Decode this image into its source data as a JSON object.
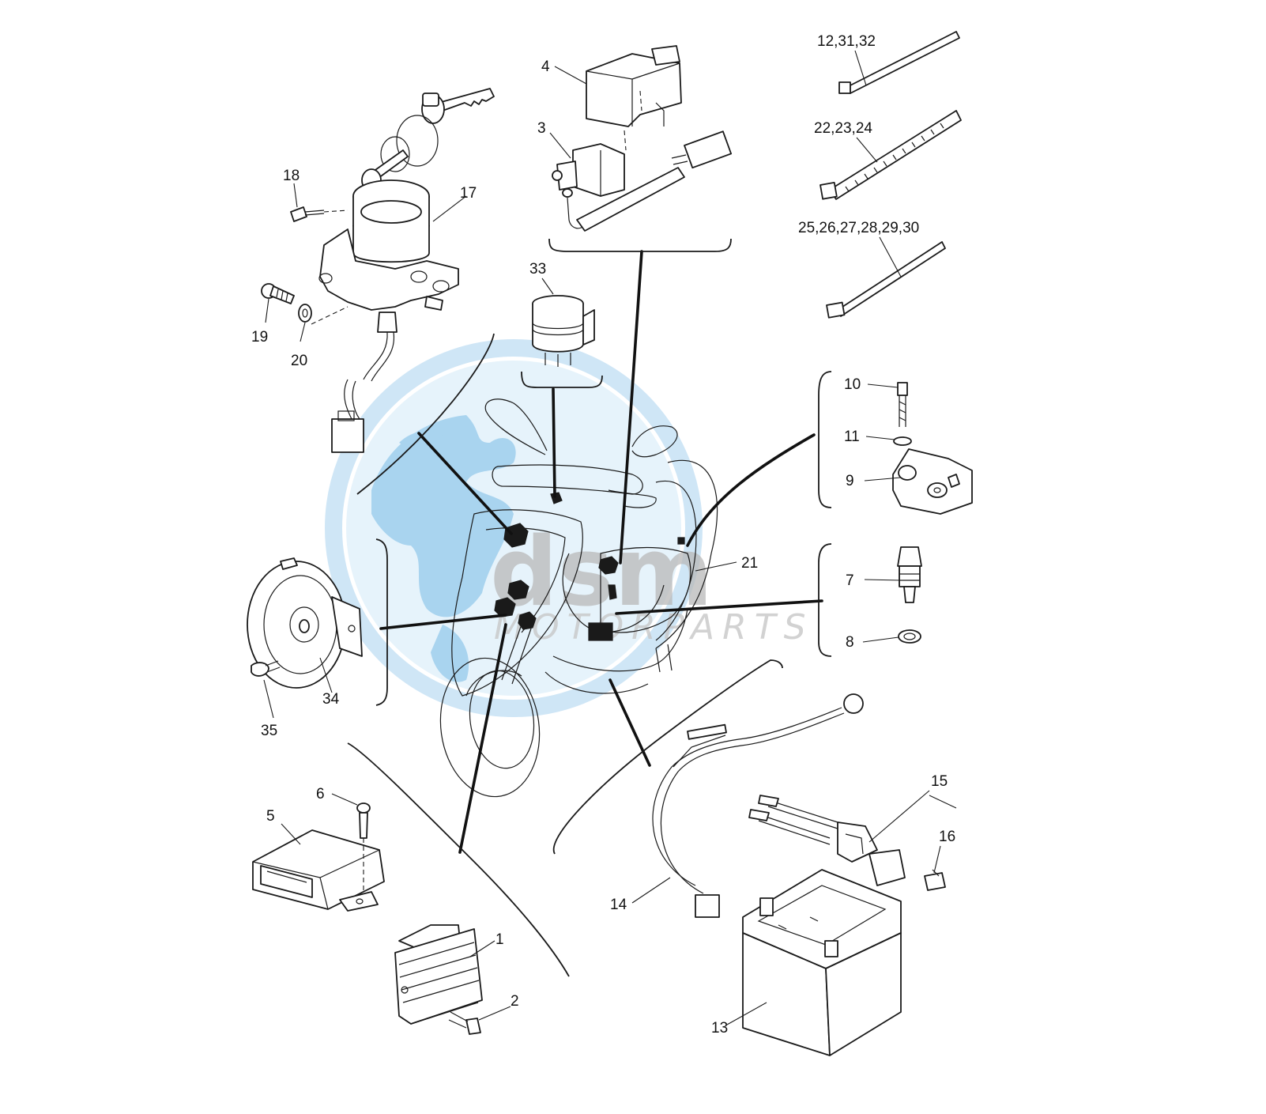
{
  "watermark": {
    "logo_text": "dsm",
    "tagline": "MOTORPARTS",
    "globe_color": "#a9d4ef",
    "globe_ring_color": "#cfe6f6"
  },
  "callouts": [
    {
      "id": "c1",
      "text": "1"
    },
    {
      "id": "c2",
      "text": "2"
    },
    {
      "id": "c3",
      "text": "3"
    },
    {
      "id": "c4",
      "text": "4"
    },
    {
      "id": "c5",
      "text": "5"
    },
    {
      "id": "c6",
      "text": "6"
    },
    {
      "id": "c7",
      "text": "7"
    },
    {
      "id": "c8",
      "text": "8"
    },
    {
      "id": "c9",
      "text": "9"
    },
    {
      "id": "c10",
      "text": "10"
    },
    {
      "id": "c11",
      "text": "11"
    },
    {
      "id": "c12",
      "text": "12,31,32"
    },
    {
      "id": "c13",
      "text": "13"
    },
    {
      "id": "c14",
      "text": "14"
    },
    {
      "id": "c15",
      "text": "15"
    },
    {
      "id": "c16",
      "text": "16"
    },
    {
      "id": "c17",
      "text": "17"
    },
    {
      "id": "c18",
      "text": "18"
    },
    {
      "id": "c19",
      "text": "19"
    },
    {
      "id": "c20",
      "text": "20"
    },
    {
      "id": "c21",
      "text": "21"
    },
    {
      "id": "c22",
      "text": "22,23,24"
    },
    {
      "id": "c25",
      "text": "25,26,27,28,29,30"
    },
    {
      "id": "c33",
      "text": "33"
    },
    {
      "id": "c34",
      "text": "34"
    },
    {
      "id": "c35",
      "text": "35"
    }
  ]
}
